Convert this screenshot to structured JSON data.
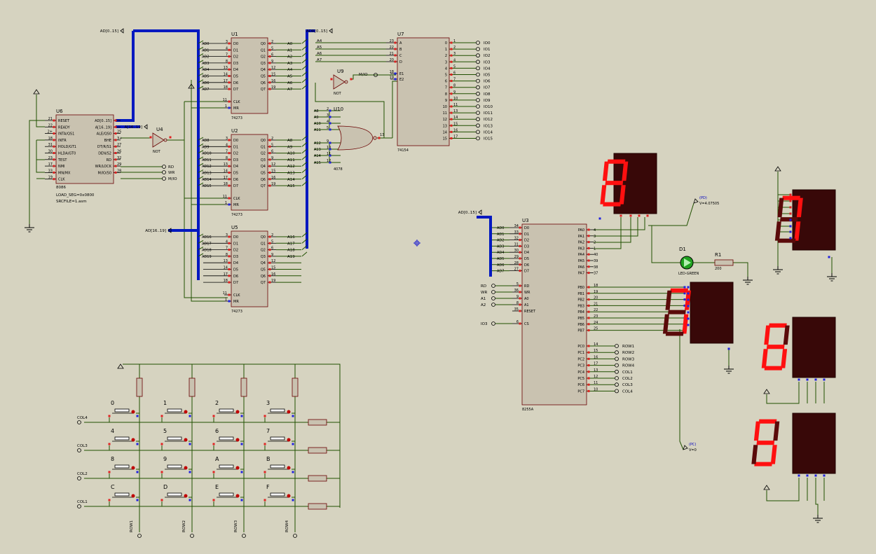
{
  "colors": {
    "background": "#d6d3c0",
    "wire": "#205000",
    "bus": "#0018c0",
    "chip": "#c9c2b0",
    "chip_border": "#6a0000",
    "pin_red": "#e02020",
    "pin_blue": "#2020e0",
    "seg_on": "#ff1010",
    "seg_off": "#5a0a0a",
    "seg_body": "#380808",
    "led": "#20a020"
  },
  "u6": {
    "ref": "U6",
    "model": "8086",
    "load": "LOAD_SEG=0x0800",
    "profile": "SRCFILE=1.asm",
    "left_pins": [
      {
        "num": "21",
        "label": "RESET"
      },
      {
        "num": "22",
        "label": "READY"
      },
      {
        "num": "2+",
        "label": "INTA/QS1"
      },
      {
        "num": "18",
        "label": "INTR"
      },
      {
        "num": "31",
        "label": "HOLD/GT1"
      },
      {
        "num": "30",
        "label": "HLDA/GT0"
      },
      {
        "num": "23",
        "label": "TEST"
      },
      {
        "num": "17",
        "label": "NMI"
      },
      {
        "num": "33",
        "label": "MN/MX"
      },
      {
        "num": "19",
        "label": "CLK"
      }
    ],
    "right_pins": [
      {
        "num": "",
        "label": "AD[0..15]"
      },
      {
        "num": "",
        "label": "A[16..19]"
      },
      {
        "num": "25",
        "label": "ALE/QS0"
      },
      {
        "num": "3+",
        "label": "BHE"
      },
      {
        "num": "27",
        "label": "DT/R/S1"
      },
      {
        "num": "26",
        "label": "DEN/S2"
      },
      {
        "num": "32",
        "label": "RD"
      },
      {
        "num": "29",
        "label": "WR/LOCK"
      },
      {
        "num": "28",
        "label": "M/IO/S0"
      }
    ]
  },
  "u4": {
    "ref": "U4",
    "label": "NOT"
  },
  "u9": {
    "ref": "U9",
    "label": "NOT"
  },
  "u10": {
    "ref": "U10",
    "label": "4078"
  },
  "u1": {
    "ref": "U1",
    "model": "74273",
    "in_pins": [
      {
        "num": "3",
        "label": "AD0"
      },
      {
        "num": "4",
        "label": "AD1"
      },
      {
        "num": "7",
        "label": "AD2"
      },
      {
        "num": "8",
        "label": "AD3"
      },
      {
        "num": "13",
        "label": "AD4"
      },
      {
        "num": "14",
        "label": "AD5"
      },
      {
        "num": "17",
        "label": "AD6"
      },
      {
        "num": "18",
        "label": "AD7"
      }
    ],
    "out_pins": [
      {
        "num": "2",
        "label": "A0"
      },
      {
        "num": "5",
        "label": "A1"
      },
      {
        "num": "6",
        "label": "A2"
      },
      {
        "num": "9",
        "label": "A3"
      },
      {
        "num": "12",
        "label": "A4"
      },
      {
        "num": "15",
        "label": "A5"
      },
      {
        "num": "16",
        "label": "A6"
      },
      {
        "num": "19",
        "label": "A7"
      }
    ]
  },
  "u2": {
    "ref": "U2",
    "model": "74273",
    "in_pins": [
      {
        "num": "3",
        "label": "AD8"
      },
      {
        "num": "4",
        "label": "AD9"
      },
      {
        "num": "7",
        "label": "AD10"
      },
      {
        "num": "8",
        "label": "AD11"
      },
      {
        "num": "13",
        "label": "AD12"
      },
      {
        "num": "14",
        "label": "AD13"
      },
      {
        "num": "17",
        "label": "AD14"
      },
      {
        "num": "18",
        "label": "AD15"
      }
    ],
    "out_pins": [
      {
        "num": "2",
        "label": "A8"
      },
      {
        "num": "5",
        "label": "A9"
      },
      {
        "num": "6",
        "label": "A10"
      },
      {
        "num": "9",
        "label": "A11"
      },
      {
        "num": "12",
        "label": "A12"
      },
      {
        "num": "15",
        "label": "A13"
      },
      {
        "num": "16",
        "label": "A14"
      },
      {
        "num": "19",
        "label": "A15"
      }
    ]
  },
  "u5": {
    "ref": "U5",
    "model": "74273",
    "in_pins": [
      {
        "num": "3",
        "label": "AD16"
      },
      {
        "num": "4",
        "label": "AD17"
      },
      {
        "num": "7",
        "label": "AD18"
      },
      {
        "num": "8",
        "label": "AD19"
      },
      {
        "num": "13",
        "label": ""
      },
      {
        "num": "14",
        "label": ""
      },
      {
        "num": "17",
        "label": ""
      },
      {
        "num": "18",
        "label": ""
      }
    ],
    "out_pins": [
      {
        "num": "2",
        "label": "A16"
      },
      {
        "num": "5",
        "label": "A17"
      },
      {
        "num": "6",
        "label": "A18"
      },
      {
        "num": "9",
        "label": "A19"
      },
      {
        "num": "12",
        "label": ""
      },
      {
        "num": "15",
        "label": ""
      },
      {
        "num": "16",
        "label": ""
      },
      {
        "num": "19",
        "label": ""
      }
    ]
  },
  "u7": {
    "ref": "U7",
    "model": "74154",
    "addr": [
      {
        "num": "23",
        "label": "A4",
        "pin": "A"
      },
      {
        "num": "22",
        "label": "A5",
        "pin": "B"
      },
      {
        "num": "21",
        "label": "A6",
        "pin": "C"
      },
      {
        "num": "20",
        "label": "A7",
        "pin": "D"
      }
    ],
    "enable": [
      {
        "num": "18",
        "label": "E1"
      },
      {
        "num": "19",
        "label": "E2"
      }
    ],
    "outputs": [
      {
        "num": "1",
        "label": "IO0"
      },
      {
        "num": "2",
        "label": "IO1"
      },
      {
        "num": "3",
        "label": "IO2"
      },
      {
        "num": "4",
        "label": "IO3"
      },
      {
        "num": "5",
        "label": "IO4"
      },
      {
        "num": "6",
        "label": "IO5"
      },
      {
        "num": "7",
        "label": "IO6"
      },
      {
        "num": "8",
        "label": "IO7"
      },
      {
        "num": "9",
        "label": "IO8"
      },
      {
        "num": "10",
        "label": "IO9"
      },
      {
        "num": "11",
        "label": "IO10"
      },
      {
        "num": "13",
        "label": "IO11"
      },
      {
        "num": "14",
        "label": "IO12"
      },
      {
        "num": "15",
        "label": "IO13"
      },
      {
        "num": "16",
        "label": "IO14"
      },
      {
        "num": "17",
        "label": "IO15"
      }
    ]
  },
  "u3": {
    "ref": "U3",
    "model": "8255A",
    "left_pins": [
      {
        "num": "34",
        "label": "D0",
        "net": "AD0"
      },
      {
        "num": "33",
        "label": "D1",
        "net": "AD1"
      },
      {
        "num": "32",
        "label": "D2",
        "net": "AD2"
      },
      {
        "num": "31",
        "label": "D3",
        "net": "AD3"
      },
      {
        "num": "30",
        "label": "D4",
        "net": "AD4"
      },
      {
        "num": "29",
        "label": "D5",
        "net": "AD5"
      },
      {
        "num": "28",
        "label": "D6",
        "net": "AD6"
      },
      {
        "num": "27",
        "label": "D7",
        "net": "AD7"
      }
    ],
    "ctrl_pins": [
      {
        "num": "5",
        "label": "RD",
        "net": "RD"
      },
      {
        "num": "36",
        "label": "WR",
        "net": "WR"
      },
      {
        "num": "9",
        "label": "A0",
        "net": "A1"
      },
      {
        "num": "8",
        "label": "A1",
        "net": "A2"
      },
      {
        "num": "35",
        "label": "RESET",
        "net": ""
      },
      {
        "num": "6",
        "label": "CS",
        "net": "IO3"
      }
    ],
    "pa": [
      {
        "num": "4",
        "label": "PA0"
      },
      {
        "num": "3",
        "label": "PA1"
      },
      {
        "num": "2",
        "label": "PA2"
      },
      {
        "num": "1",
        "label": "PA3"
      },
      {
        "num": "40",
        "label": "PA4"
      },
      {
        "num": "39",
        "label": "PA5"
      },
      {
        "num": "38",
        "label": "PA6"
      },
      {
        "num": "37",
        "label": "PA7"
      }
    ],
    "pb": [
      {
        "num": "18",
        "label": "PB0"
      },
      {
        "num": "19",
        "label": "PB1"
      },
      {
        "num": "20",
        "label": "PB2"
      },
      {
        "num": "21",
        "label": "PB3"
      },
      {
        "num": "22",
        "label": "PB4"
      },
      {
        "num": "23",
        "label": "PB5"
      },
      {
        "num": "24",
        "label": "PB6"
      },
      {
        "num": "25",
        "label": "PB7"
      }
    ],
    "pc": [
      {
        "num": "14",
        "label": "PC0",
        "net": "ROW1"
      },
      {
        "num": "15",
        "label": "PC1",
        "net": "ROW2"
      },
      {
        "num": "16",
        "label": "PC2",
        "net": "ROW3"
      },
      {
        "num": "17",
        "label": "PC3",
        "net": "ROW4"
      },
      {
        "num": "13",
        "label": "PC4",
        "net": "COL1"
      },
      {
        "num": "12",
        "label": "PC5",
        "net": "COL2"
      },
      {
        "num": "11",
        "label": "PC6",
        "net": "COL3"
      },
      {
        "num": "10",
        "label": "PC7",
        "net": "COL4"
      }
    ]
  },
  "probes": {
    "top": "(PD)",
    "top_val": "V=4.07505",
    "bot": "(PC)",
    "bot_val": "V=0"
  },
  "d1": {
    "ref": "D1",
    "model": "LED-GREEN"
  },
  "r1": {
    "ref": "R1",
    "value": "200"
  },
  "displays": [
    {
      "digit": "8"
    },
    {
      "digit": "7"
    },
    {
      "digit": "7"
    },
    {
      "digit": "6"
    },
    {
      "digit": "5"
    }
  ],
  "keypad": {
    "keys": [
      [
        "0",
        "1",
        "2",
        "3"
      ],
      [
        "4",
        "5",
        "6",
        "7"
      ],
      [
        "8",
        "9",
        "A",
        "B"
      ],
      [
        "C",
        "D",
        "E",
        "F"
      ]
    ],
    "col_labels": [
      "COL4",
      "COL3",
      "COL2",
      "COL1"
    ],
    "row_labels": [
      "ROW1",
      "ROW2",
      "ROW3",
      "ROW4"
    ]
  },
  "bus_labels": {
    "ad_top": "AD[0..15]",
    "ad_u3": "AD[0..15]",
    "a_top": "A[16..19]",
    "a_u5": "AD[16..19]",
    "a_right": "ADR[0..15]",
    "mio": "M/IO"
  }
}
